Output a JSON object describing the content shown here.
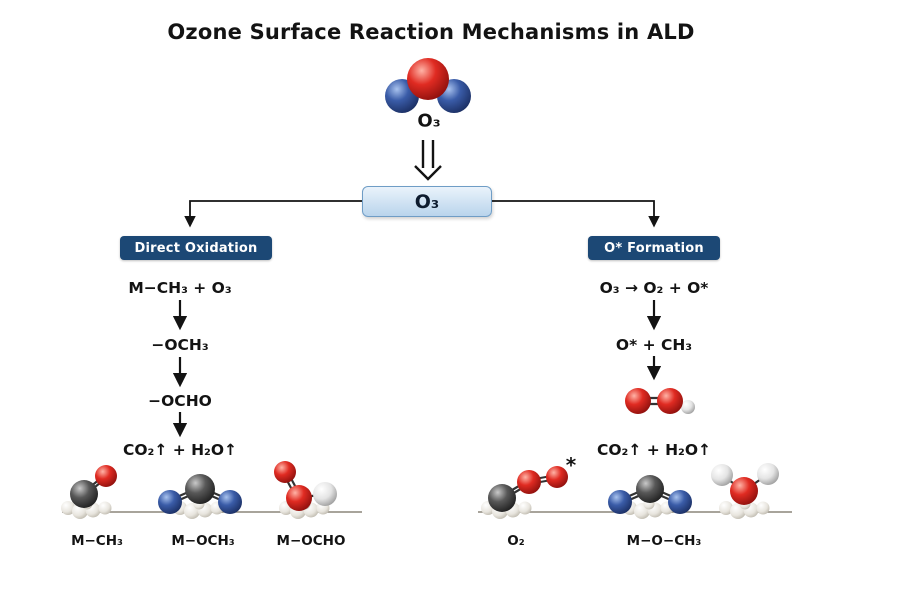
{
  "title": "Ozone Surface Reaction Mechanisms in ALD",
  "ozone_source": {
    "molecule_label": "O₃"
  },
  "o3_box": {
    "label": "O₃"
  },
  "left_branch": {
    "header": "Direct Oxidation",
    "steps": [
      "M−CH₃ + O₃",
      "−OCH₃",
      "−OCHO",
      "CO₂↑ + H₂O↑"
    ],
    "surface_labels": [
      "M−CH₃",
      "M−OCH₃",
      "M−OCHO"
    ]
  },
  "right_branch": {
    "header": "O* Formation",
    "steps": [
      "O₃ → O₂ + O*",
      "O* + CH₃",
      "CO₂↑ + H₂O↑"
    ],
    "radical_mark": "*",
    "surface_labels": [
      "O₂",
      "M−O−CH₃"
    ]
  },
  "colors": {
    "header-navy": "#1c4875",
    "box-blue-top": "#eaf3fb",
    "box-blue-bottom": "#b9d4ec",
    "box-blue-border": "#6f9dc6",
    "atom-red": "#d6231f",
    "atom-blue": "#3a5ca8",
    "atom-gray": "#4d4d4d",
    "atom-white": "#e8e8e8",
    "text": "#131313"
  }
}
